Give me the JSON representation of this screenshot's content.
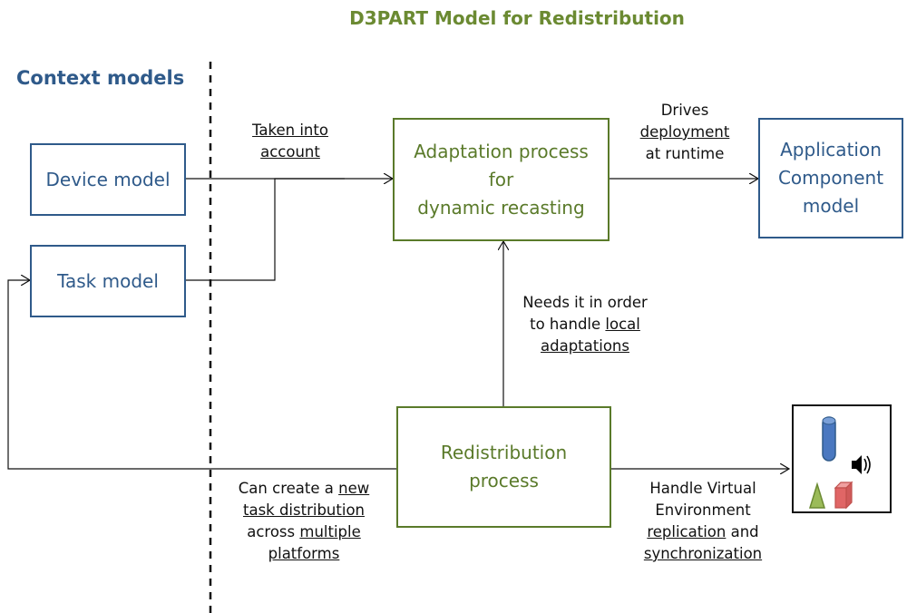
{
  "title": "D3PART  Model for Redistribution",
  "context_label": "Context models",
  "nodes": {
    "device": "Device model",
    "task": "Task model",
    "adaptation": [
      "Adaptation process",
      "for",
      "dynamic recasting"
    ],
    "application": [
      "Application",
      "Component",
      "model"
    ],
    "redistribution": [
      "Redistribution",
      "process"
    ]
  },
  "edge_labels": {
    "taken": [
      "Taken into",
      "account"
    ],
    "drives": [
      "Drives",
      "deployment",
      "at runtime"
    ],
    "needs": [
      "Needs it in order",
      "to handle",
      "local",
      "adaptations"
    ],
    "create": [
      "Can create a",
      "new",
      "task distribution",
      "across",
      "multiple",
      "platforms"
    ],
    "handle": [
      "Handle Virtual",
      "Environment",
      "replication",
      "and",
      "synchronization"
    ]
  },
  "icons": [
    "cylinder-icon",
    "speaker-icon",
    "cone-icon",
    "cube-icon"
  ],
  "colors": {
    "blue": "#2f5a8a",
    "green": "#5a7a2a",
    "icon_blue": "#4a78c0",
    "icon_green": "#9bbb59",
    "icon_red": "#e06666"
  }
}
